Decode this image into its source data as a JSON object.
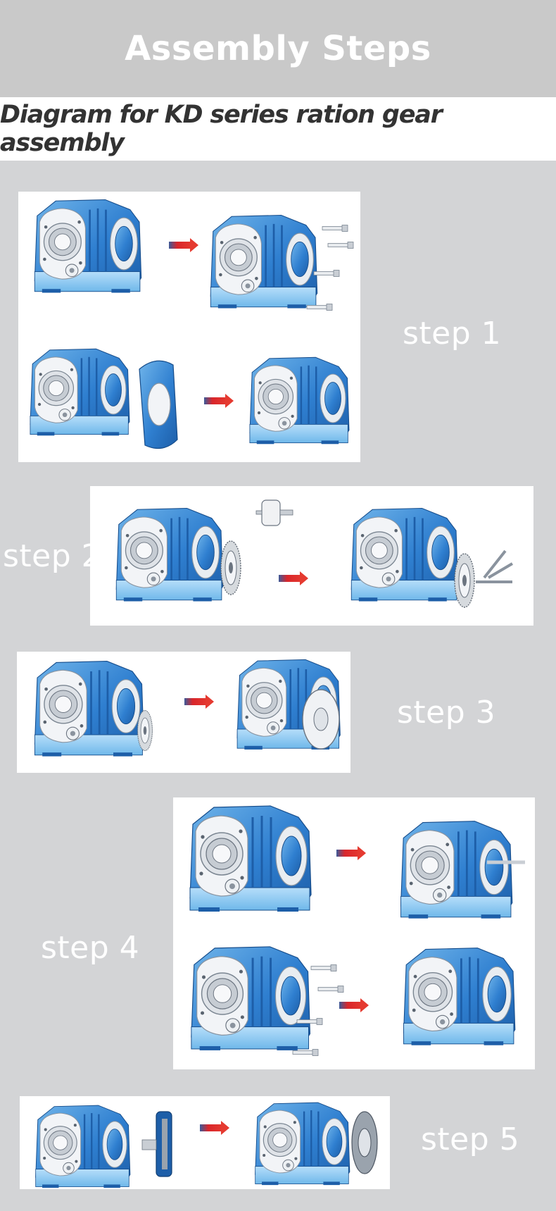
{
  "header": {
    "title": "Assembly Steps"
  },
  "subheader": {
    "title": "Diagram for KD series ration gear assembly"
  },
  "steps": [
    {
      "label": "step 1"
    },
    {
      "label": "step 2"
    },
    {
      "label": "step 3"
    },
    {
      "label": "step 4"
    },
    {
      "label": "step 5"
    }
  ],
  "colors": {
    "background": "#d3d4d6",
    "header": "#c9c9c9",
    "gearbox_blue": "#2f7fd0",
    "gearbox_light": "#7cc0ee",
    "arrow_red": "#d9262b",
    "arrow_blue": "#3b5a9a"
  }
}
